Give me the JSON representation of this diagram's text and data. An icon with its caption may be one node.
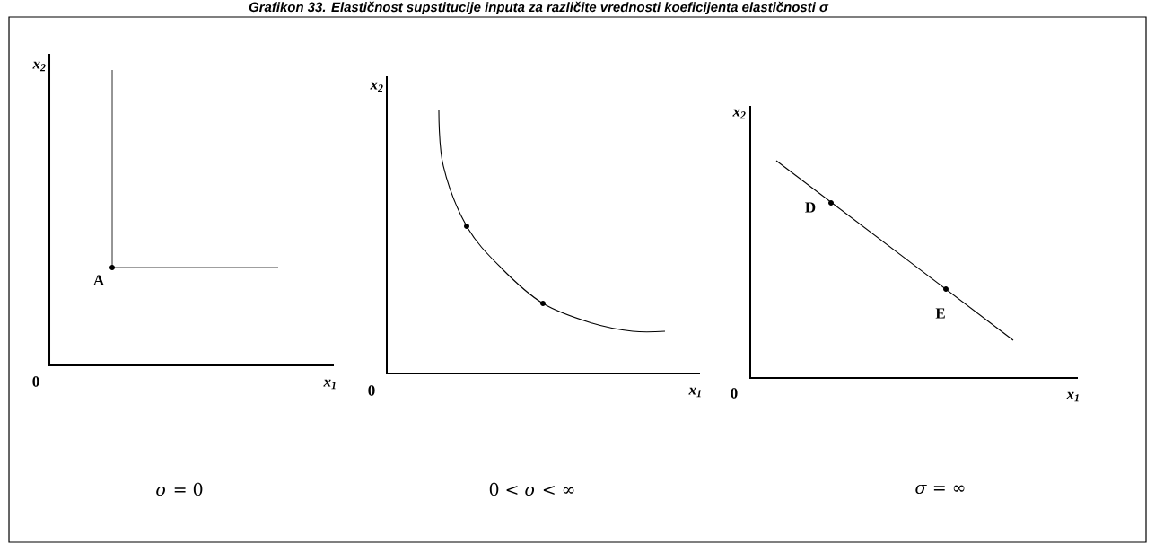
{
  "diagram": {
    "title": "Grafikon 33. Elastičnost supstitucije inputa za različite vrednosti koeficijenta elastičnosti σ",
    "labels": [
      "x$_{2}$",
      "A",
      "0",
      "x$_{1}$",
      "x$_{2}$",
      "0",
      "x$_{1}$",
      "x$_{2}$",
      "D",
      "E",
      "0",
      "x$_{1}$",
      "*σ* = 0",
      "0 < *σ* < ∞",
      "*σ* = ∞"
    ]
  }
}
